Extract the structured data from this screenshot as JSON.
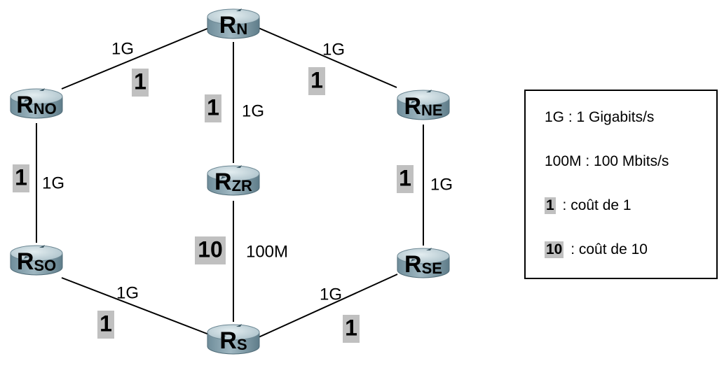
{
  "routers": [
    {
      "id": "N",
      "main": "R",
      "sub": "N"
    },
    {
      "id": "NO",
      "main": "R",
      "sub": "NO"
    },
    {
      "id": "NE",
      "main": "R",
      "sub": "NE"
    },
    {
      "id": "ZR",
      "main": "R",
      "sub": "ZR"
    },
    {
      "id": "SO",
      "main": "R",
      "sub": "SO"
    },
    {
      "id": "SE",
      "main": "R",
      "sub": "SE"
    },
    {
      "id": "S",
      "main": "R",
      "sub": "S"
    }
  ],
  "links": [
    {
      "from": "NO",
      "to": "N",
      "bandwidth": "1G",
      "cost": "1"
    },
    {
      "from": "N",
      "to": "NE",
      "bandwidth": "1G",
      "cost": "1"
    },
    {
      "from": "N",
      "to": "ZR",
      "bandwidth": "1G",
      "cost": "1"
    },
    {
      "from": "NO",
      "to": "SO",
      "bandwidth": "1G",
      "cost": "1"
    },
    {
      "from": "ZR",
      "to": "S",
      "bandwidth": "100M",
      "cost": "10"
    },
    {
      "from": "NE",
      "to": "SE",
      "bandwidth": "1G",
      "cost": "1"
    },
    {
      "from": "SO",
      "to": "S",
      "bandwidth": "1G",
      "cost": "1"
    },
    {
      "from": "S",
      "to": "SE",
      "bandwidth": "1G",
      "cost": "1"
    }
  ],
  "legend": {
    "bw1": "1G : 1 Gigabits/s",
    "bw2": "100M : 100 Mbits/s",
    "cost1_badge": "1",
    "cost1_text": " : coût de 1",
    "cost10_badge": "10",
    "cost10_text": " : coût de 10"
  },
  "colors": {
    "router_body": "#8fa9b4",
    "router_top": "#c5d6dc",
    "cost_badge": "#c0c0c0",
    "link": "#000000"
  }
}
